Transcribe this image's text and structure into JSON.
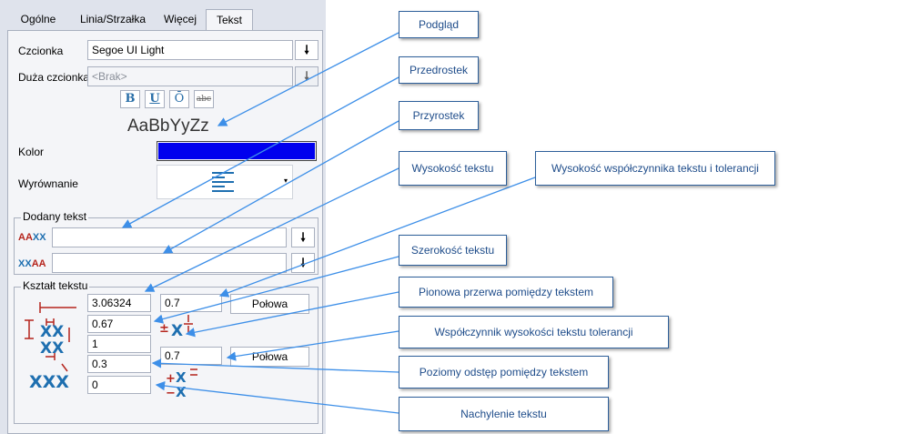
{
  "tabs": [
    "Ogólne",
    "Linia/Strzałka",
    "Więcej",
    "Tekst"
  ],
  "active_tab": "Tekst",
  "font": {
    "label": "Czcionka",
    "value": "Segoe UI Light"
  },
  "big_font": {
    "label": "Duża czcionka",
    "placeholder": "<Brak>"
  },
  "format_buttons": [
    "B",
    "U",
    "Ō",
    "abc"
  ],
  "preview_text": "AaBbYyZz",
  "color": {
    "label": "Kolor",
    "value": "#0000ee"
  },
  "alignment": {
    "label": "Wyrównanie"
  },
  "added_text": {
    "title": "Dodany tekst",
    "prefix_icon_a": "AA",
    "prefix_icon_b": "XX",
    "suffix_icon_a": "XX",
    "suffix_icon_b": "AA",
    "prefix_value": "",
    "suffix_value": ""
  },
  "text_shape": {
    "title": "Kształt tekstu",
    "height": "3.06324",
    "tol_height_ratio": "0.7",
    "half_button": "Połowa",
    "width": "0.67",
    "vertical_gap": "1",
    "tol_ratio2": "0.7",
    "half_button2": "Połowa",
    "horizontal_gap": "0.3",
    "slant": "0"
  },
  "callouts": {
    "preview": "Podgląd",
    "prefix": "Przedrostek",
    "suffix": "Przyrostek",
    "text_height": "Wysokość tekstu",
    "tol_height": "Wysokość współczynnika tekstu i tolerancji",
    "text_width": "Szerokość tekstu",
    "vertical_gap": "Pionowa przerwa pomiędzy tekstem",
    "tol_ratio": "Współczynnik wysokości tekstu tolerancji",
    "horizontal_gap": "Poziomy odstęp pomiędzy tekstem",
    "slant": "Nachylenie tekstu"
  },
  "colors": {
    "callout_border": "#2d5f9a",
    "arrow": "#3d8fe8",
    "panel_bg": "#dfe3ec",
    "icon_red": "#b5241c",
    "icon_blue": "#1e6fb0"
  }
}
